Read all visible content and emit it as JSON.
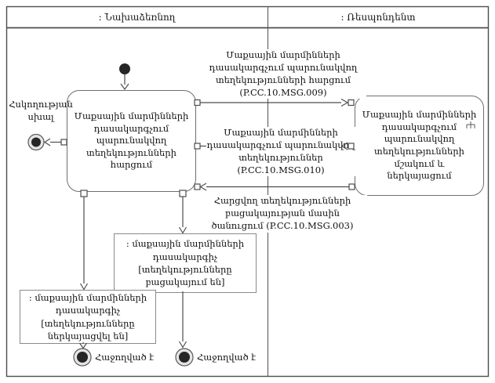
{
  "diagram": {
    "type": "uml-activity-swimlanes",
    "colors": {
      "line": "#4d4d4d",
      "box_border": "#6e6e6e",
      "text": "#111111",
      "node_fill": "#262626",
      "background": "#ffffff"
    },
    "lanes": {
      "left": ": Նախաձեռնող",
      "right": ": Ռեսպոնդենտ"
    }
  },
  "actions": {
    "initiator": {
      "lines": [
        "Մաքսային մարմինների",
        "դասակարգչում",
        "պարունակվող",
        "տեղեկությունների հարցում"
      ]
    },
    "respondent": {
      "lines": [
        "Մաքսային մարմինների",
        "դասակարգչում պարունակվող",
        "տեղեկությունների մշակում և",
        "ներկայացում"
      ]
    }
  },
  "objects": {
    "missing": {
      "lines": [
        ": մաքսային մարմինների դասակարգիչ",
        "[տեղեկությունները բացակայում են]"
      ]
    },
    "presented": {
      "lines": [
        ": մաքսային մարմինների",
        "դասակարգիչ [տեղեկությունները",
        "ներկայացվել են]"
      ]
    }
  },
  "messages": {
    "msg009": {
      "lines": [
        "Մաքսային մարմինների",
        "դասակարգչում պարունակվող",
        "տեղեկությունների հարցում",
        "(P.CC.10.MSG.009)"
      ]
    },
    "msg010": {
      "lines": [
        "Մաքսային մարմինների",
        "դասակարգչում պարունակվող",
        "տեղեկություններ (P.CC.10.MSG.010)"
      ]
    },
    "msg003": {
      "lines": [
        "Հարցվող տեղեկությունների",
        "բացակայության մասին",
        "ծանուցում (P.CC.10.MSG.003)"
      ]
    }
  },
  "terminals": {
    "error": {
      "lines": [
        "Հսկողության",
        "սխալ"
      ]
    },
    "success_left": "Հաջողված է",
    "success_right": "Հաջողված է"
  }
}
